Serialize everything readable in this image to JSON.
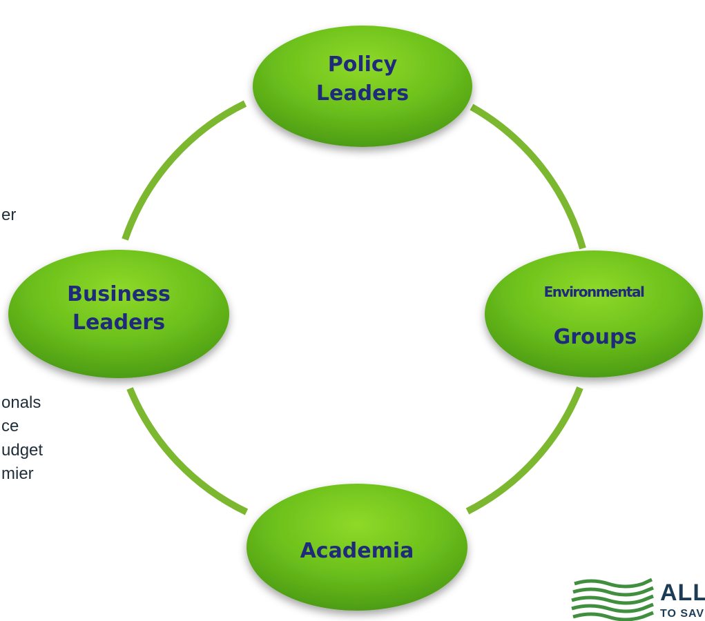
{
  "left_text_fragments": [
    "er",
    "onals",
    "ce",
    "udget",
    "mier"
  ],
  "nodes": {
    "policy": [
      "Policy",
      "Leaders"
    ],
    "environmental_small": "Environmental",
    "environmental_large": "Groups",
    "academia": "Academia",
    "business": [
      "Business",
      "Leaders"
    ]
  },
  "logo": {
    "title": "ALL",
    "subtitle": "TO SAV"
  },
  "colors": {
    "ring": "#7cb82f",
    "node_light": "#8fd928",
    "node_dark": "#4a9a12",
    "label": "#1f2b7a",
    "logo_wave": "#3f8f3f"
  }
}
